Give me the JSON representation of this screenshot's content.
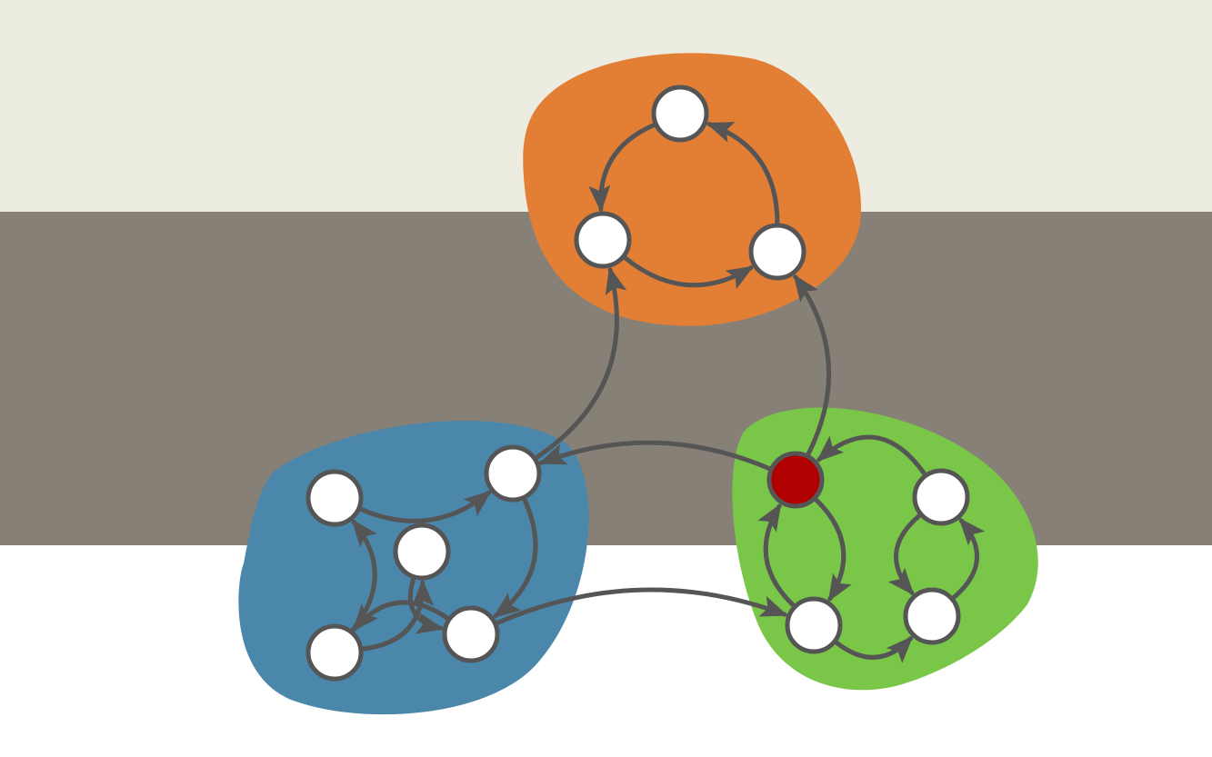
{
  "colors": {
    "band_top": "#ECECE0",
    "band_middle": "#878076",
    "band_bottom": "#FFFFFF",
    "cluster_orange": "#E37F35",
    "cluster_blue": "#4A87AA",
    "cluster_green": "#79C648",
    "node_fill": "#FFFFFF",
    "node_highlight": "#B00000",
    "node_stroke": "#555555",
    "edge": "#555555"
  },
  "clusters": [
    {
      "id": "orange",
      "color": "cluster_orange"
    },
    {
      "id": "blue",
      "color": "cluster_blue"
    },
    {
      "id": "green",
      "color": "cluster_green"
    }
  ],
  "nodes": [
    {
      "id": "o1",
      "cluster": "orange",
      "highlight": false
    },
    {
      "id": "o2",
      "cluster": "orange",
      "highlight": false
    },
    {
      "id": "o3",
      "cluster": "orange",
      "highlight": false
    },
    {
      "id": "b1",
      "cluster": "blue",
      "highlight": false
    },
    {
      "id": "b2",
      "cluster": "blue",
      "highlight": false
    },
    {
      "id": "b3",
      "cluster": "blue",
      "highlight": false
    },
    {
      "id": "b4",
      "cluster": "blue",
      "highlight": false
    },
    {
      "id": "b5",
      "cluster": "blue",
      "highlight": false
    },
    {
      "id": "g1",
      "cluster": "green",
      "highlight": true
    },
    {
      "id": "g2",
      "cluster": "green",
      "highlight": false
    },
    {
      "id": "g3",
      "cluster": "green",
      "highlight": false
    },
    {
      "id": "g4",
      "cluster": "green",
      "highlight": false
    }
  ],
  "edges": [
    {
      "from": "o1",
      "to": "o2"
    },
    {
      "from": "o2",
      "to": "o3"
    },
    {
      "from": "o3",
      "to": "o1"
    },
    {
      "from": "b2",
      "to": "o2"
    },
    {
      "from": "g1",
      "to": "o3"
    },
    {
      "from": "g1",
      "to": "b2"
    },
    {
      "from": "b5",
      "to": "g3"
    },
    {
      "from": "b1",
      "to": "b2"
    },
    {
      "from": "b2",
      "to": "b5"
    },
    {
      "from": "b3",
      "to": "b5"
    },
    {
      "from": "b4",
      "to": "b3"
    },
    {
      "from": "b4",
      "to": "b1"
    },
    {
      "from": "b5",
      "to": "b4"
    },
    {
      "from": "g2",
      "to": "g1"
    },
    {
      "from": "g1",
      "to": "g3"
    },
    {
      "from": "g3",
      "to": "g1"
    },
    {
      "from": "g3",
      "to": "g4"
    },
    {
      "from": "g4",
      "to": "g2"
    },
    {
      "from": "g2",
      "to": "g4"
    }
  ]
}
